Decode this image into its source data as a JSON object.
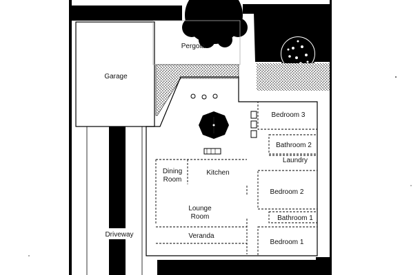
{
  "plan": {
    "rooms": {
      "garage": "Garage",
      "pergola": "Pergola",
      "bedroom3": "Bedroom 3",
      "bathroom2": "Bathroom 2",
      "laundry": "Laundry",
      "dining": [
        "Dining",
        "Room"
      ],
      "kitchen": "Kitchen",
      "bedroom2": "Bedroom 2",
      "lounge": [
        "Lounge",
        "Room"
      ],
      "bathroom1": "Bathroom 1",
      "veranda": "Veranda",
      "bedroom1": "Bedroom 1",
      "driveway": "Driveway"
    }
  },
  "colors": {
    "ink": "#000000",
    "paper": "#ffffff",
    "hatch": "#8a8a8a"
  }
}
